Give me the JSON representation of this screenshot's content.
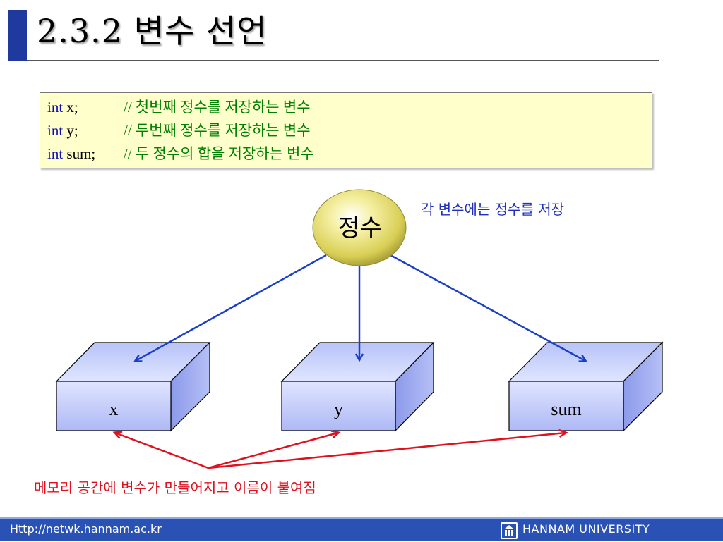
{
  "slide": {
    "title": "2.3.2 변수 선언"
  },
  "code": {
    "lines": [
      {
        "kw": "int",
        "var": " x;",
        "comment": "// 첫번째 정수를 저장하는 변수"
      },
      {
        "kw": "int",
        "var": " y;",
        "comment": "// 두번째 정수를 저장하는 변수"
      },
      {
        "kw": "int",
        "var": " sum;",
        "comment": "// 두 정수의 합을 저장하는 변수"
      }
    ]
  },
  "diagram": {
    "sphere_label": "정수",
    "note_top": "각 변수에는 정수를 저장",
    "boxes": [
      {
        "label": "x"
      },
      {
        "label": "y"
      },
      {
        "label": "sum"
      }
    ],
    "note_bottom": "메모리 공간에 변수가 만들어지고 이름이 붙여짐",
    "colors": {
      "box_front": "#c9d3fb",
      "box_side": "#9aa8ef",
      "blue_arrow": "#1a3fc8",
      "red_arrow": "#e0101e",
      "sphere": "#e6e08a"
    }
  },
  "footer": {
    "url": "Http://netwk.hannam.ac.kr",
    "brand": "HANNAM UNIVERSITY",
    "logo_icon": "hannam-logo-icon"
  }
}
